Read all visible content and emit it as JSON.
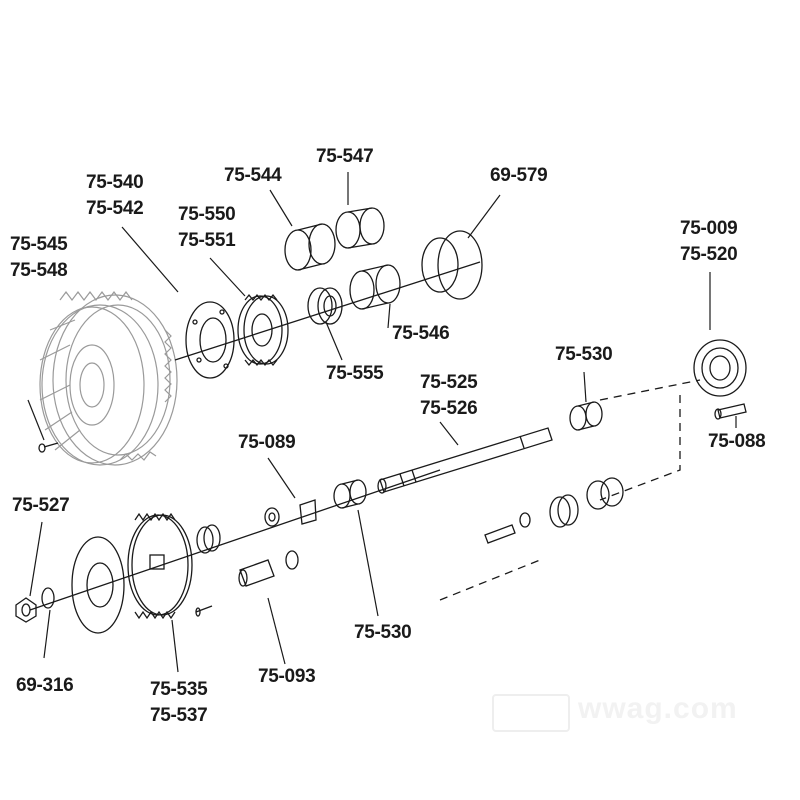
{
  "labels": {
    "l_75_545_548": [
      "75-545",
      "75-548"
    ],
    "l_75_540_542": [
      "75-540",
      "75-542"
    ],
    "l_75_550_551": [
      "75-550",
      "75-551"
    ],
    "l_75_544": "75-544",
    "l_75_547": "75-547",
    "l_69_579": "69-579",
    "l_75_546": "75-546",
    "l_75_555": "75-555",
    "l_75_525_526": [
      "75-525",
      "75-526"
    ],
    "l_75_530_top": "75-530",
    "l_75_009_520": [
      "75-009",
      "75-520"
    ],
    "l_75_088": "75-088",
    "l_75_089": "75-089",
    "l_75_527": "75-527",
    "l_69_316": "69-316",
    "l_75_535_537": [
      "75-535",
      "75-537"
    ],
    "l_75_093": "75-093",
    "l_75_530_bottom": "75-530"
  },
  "watermark": "wwag.com",
  "colors": {
    "line": "#1a1a1a",
    "ghost": "#9a9a9a",
    "watermark": "#eeeeee"
  }
}
